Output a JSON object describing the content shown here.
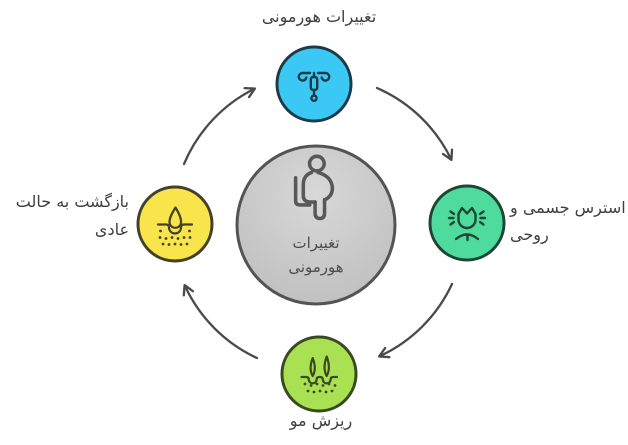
{
  "colors": {
    "background": "#ffffff",
    "label_text": "#3f3f3f",
    "center_text": "#4e4e4e",
    "arrow": "#4a4a4a",
    "center_fill_light": "#d8d8d8",
    "center_fill_dark": "#bdbdbd",
    "center_border": "#545454",
    "center_icon_stroke": "#58585a"
  },
  "center": {
    "icon": "pregnant-woman-seated-icon",
    "lines": [
      "تغییرات",
      "هورمونی"
    ]
  },
  "nodes": {
    "top": {
      "icon": "iud-icon",
      "fill": "#3bc8f4",
      "border": "#1d3a47",
      "lines": [
        "تغییرات هورمونی"
      ]
    },
    "right": {
      "icon": "stressed-face-icon",
      "fill": "#4fdb9e",
      "border": "#1e4636",
      "lines": [
        "استرس جسمی و",
        "روحی"
      ]
    },
    "bottom": {
      "icon": "hair-follicle-icon",
      "fill": "#a9e153",
      "border": "#394a20",
      "lines": [
        "ریزش مو"
      ]
    },
    "left": {
      "icon": "skin-droplet-icon",
      "fill": "#f8e54c",
      "border": "#45402a",
      "lines": [
        "بازگشت به حالت",
        "عادی"
      ]
    }
  },
  "arrows": [
    {
      "name": "arrow-left-to-top",
      "from": "left",
      "to": "top"
    },
    {
      "name": "arrow-top-to-right",
      "from": "top",
      "to": "right"
    },
    {
      "name": "arrow-right-to-bottom",
      "from": "right",
      "to": "bottom"
    },
    {
      "name": "arrow-bottom-to-left",
      "from": "bottom",
      "to": "left"
    }
  ]
}
